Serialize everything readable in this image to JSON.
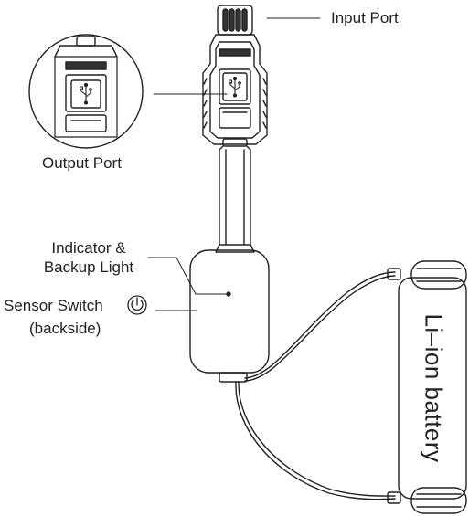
{
  "labels": {
    "input_port": "Input Port",
    "output_port": "Output Port",
    "indicator_line1": "Indicator &",
    "indicator_line2": "Backup Light",
    "sensor_switch": "Sensor Switch",
    "sensor_backside": "(backside)",
    "battery": "Li–ion battery"
  },
  "icons": [
    "usb-icon",
    "power-icon"
  ],
  "colors": {
    "line": "#222222",
    "fill_dark": "#333333",
    "fill_light": "#ffffff"
  }
}
